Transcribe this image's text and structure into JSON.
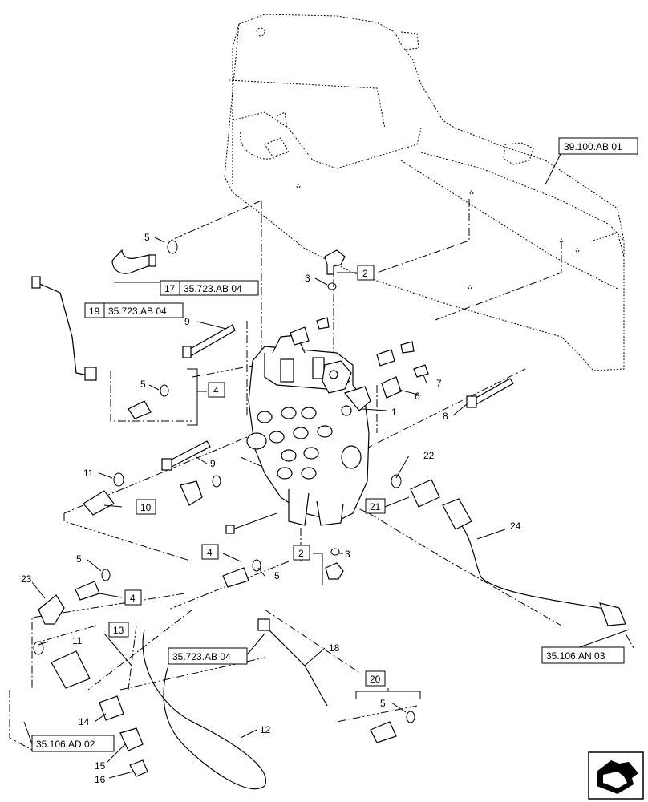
{
  "callouts": [
    {
      "id": "c1",
      "text": "1"
    },
    {
      "id": "c2a",
      "text": "2"
    },
    {
      "id": "c2b",
      "text": "2"
    },
    {
      "id": "c3a",
      "text": "3"
    },
    {
      "id": "c3b",
      "text": "3"
    },
    {
      "id": "c4a",
      "text": "4"
    },
    {
      "id": "c4b",
      "text": "4"
    },
    {
      "id": "c4c",
      "text": "4"
    },
    {
      "id": "c5a",
      "text": "5"
    },
    {
      "id": "c5b",
      "text": "5"
    },
    {
      "id": "c5c",
      "text": "5"
    },
    {
      "id": "c5d",
      "text": "5"
    },
    {
      "id": "c5e",
      "text": "5"
    },
    {
      "id": "c6",
      "text": "6"
    },
    {
      "id": "c7",
      "text": "7"
    },
    {
      "id": "c8",
      "text": "8"
    },
    {
      "id": "c9a",
      "text": "9"
    },
    {
      "id": "c9b",
      "text": "9"
    },
    {
      "id": "c10",
      "text": "10"
    },
    {
      "id": "c11a",
      "text": "11"
    },
    {
      "id": "c11b",
      "text": "11"
    },
    {
      "id": "c12",
      "text": "12"
    },
    {
      "id": "c13",
      "text": "13"
    },
    {
      "id": "c14",
      "text": "14"
    },
    {
      "id": "c15",
      "text": "15"
    },
    {
      "id": "c16",
      "text": "16"
    },
    {
      "id": "c17",
      "text": "17"
    },
    {
      "id": "c18",
      "text": "18"
    },
    {
      "id": "c19",
      "text": "19"
    },
    {
      "id": "c20",
      "text": "20"
    },
    {
      "id": "c21",
      "text": "21"
    },
    {
      "id": "c22",
      "text": "22"
    },
    {
      "id": "c23",
      "text": "23"
    },
    {
      "id": "c24",
      "text": "24"
    }
  ],
  "references": {
    "ref_39100": "39.100.AB 01",
    "ref_35723_17": "35.723.AB 04",
    "ref_35723_19": "35.723.AB 04",
    "ref_35723_18": "35.723.AB 04",
    "ref_35106_an": "35.106.AN 03",
    "ref_35106_ad": "35.106.AD 02"
  },
  "nav_icon": "next-page-arrow-icon"
}
